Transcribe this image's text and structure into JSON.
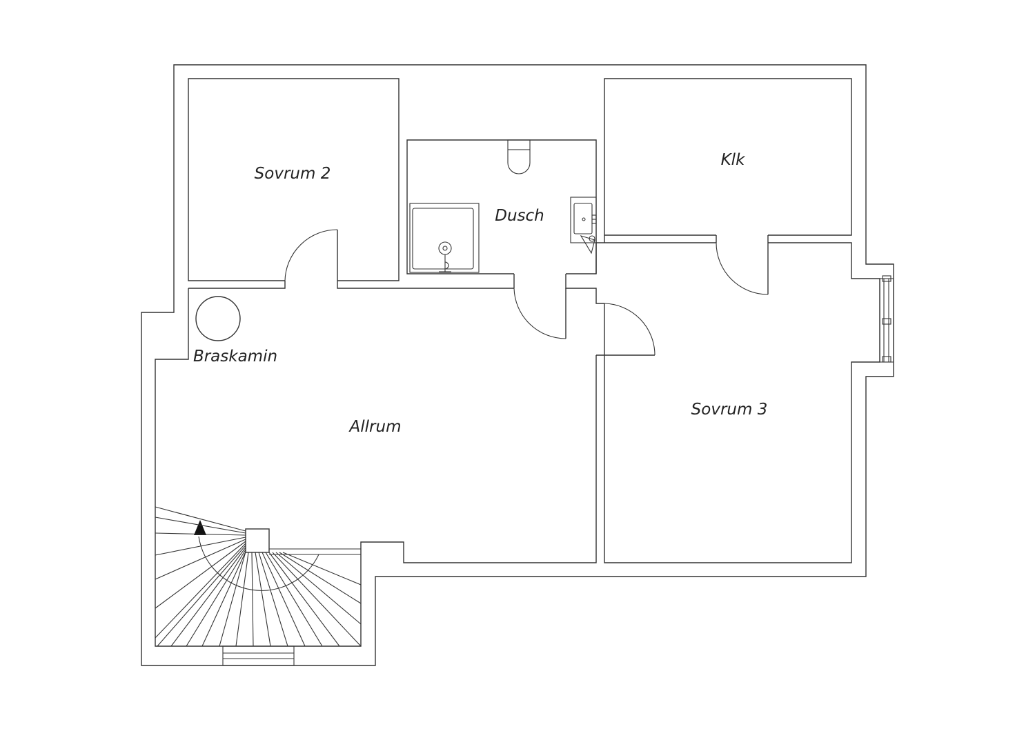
{
  "colors": {
    "background": "#ffffff",
    "line": "#333333",
    "text": "#222222"
  },
  "rooms": {
    "sovrum2": "Sovrum 2",
    "dusch": "Dusch",
    "klk": "Klk",
    "braskamin": "Braskamin",
    "allrum": "Allrum",
    "sovrum3": "Sovrum 3"
  },
  "icons": {
    "stair_direction": "arrow-up-icon",
    "fireplace": "circle",
    "toilet": "toilet-icon",
    "shower": "shower-icon",
    "sink": "sink-icon"
  }
}
